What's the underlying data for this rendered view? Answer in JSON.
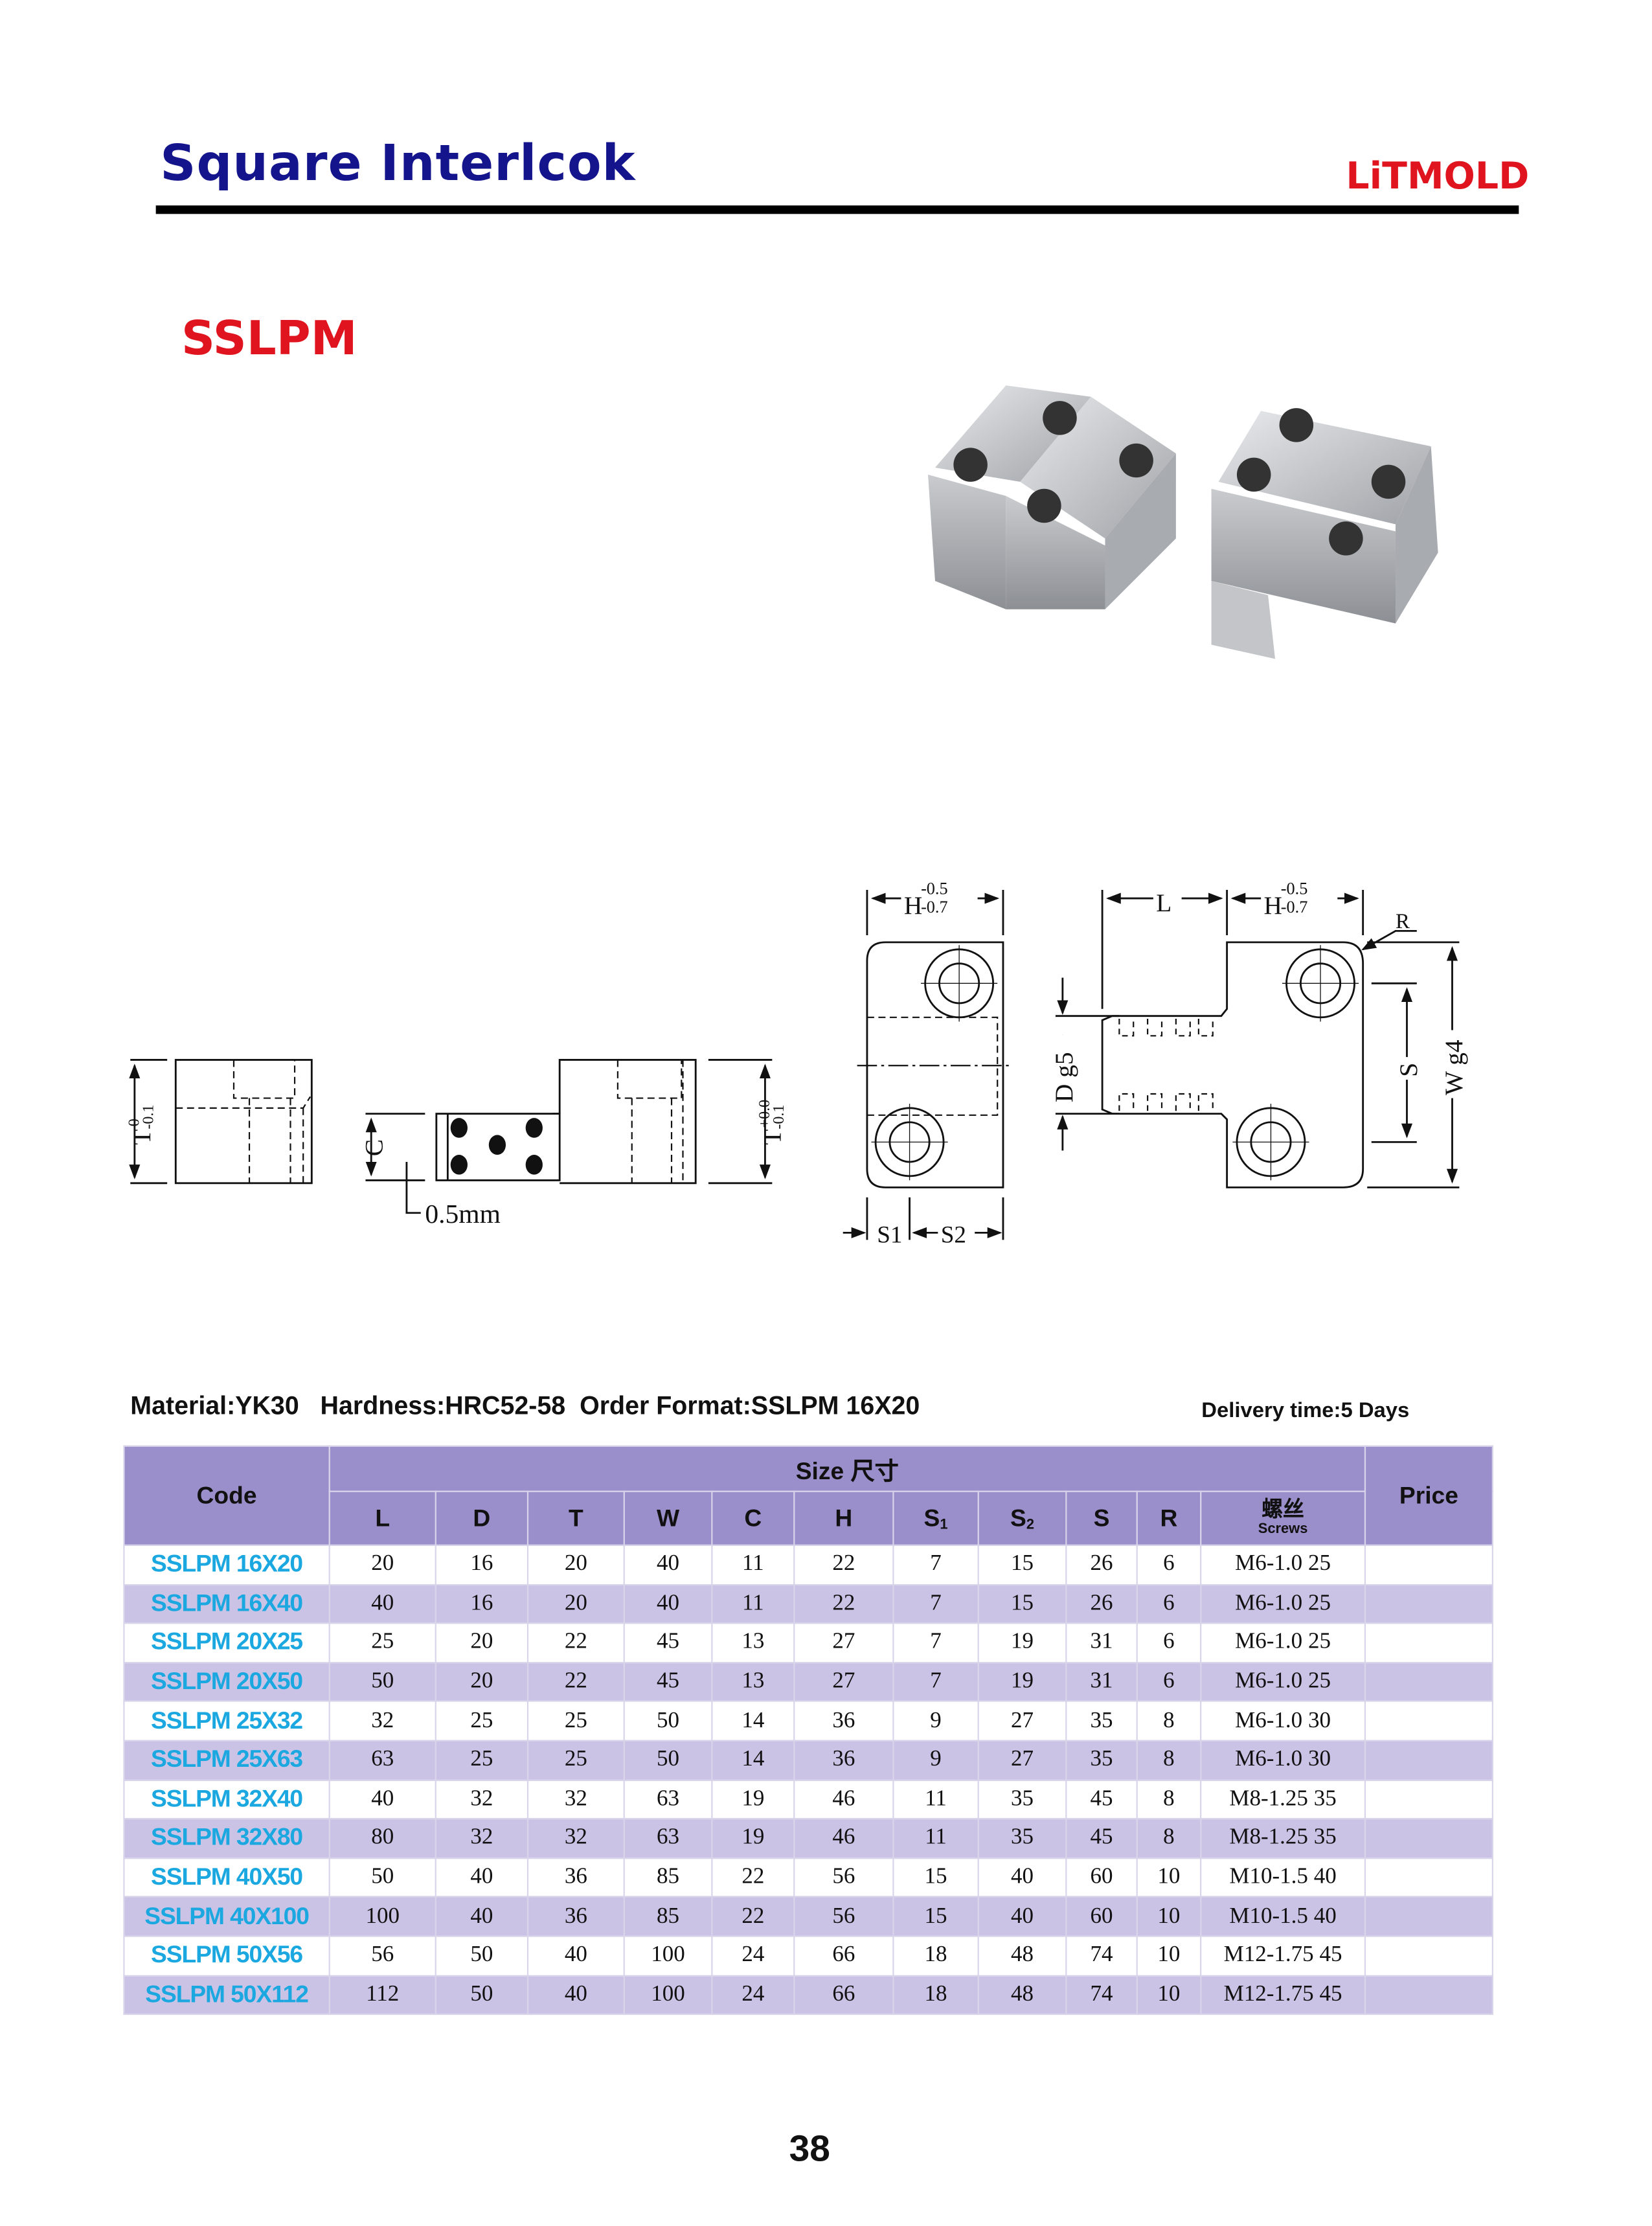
{
  "header": {
    "title": "Square Interlcok",
    "brand": "LiTMOLD"
  },
  "product_code": "SSLPM",
  "specs": {
    "line": "Material:YK30   Hardness:HRC52-58  Order Format:SSLPM 16X20",
    "delivery": "Delivery time:5 Days"
  },
  "drawing_labels": {
    "t": "T",
    "t_upper": "0",
    "t_lower": "-0.1",
    "t2_upper": "+0.0",
    "t2_lower": "-0.1",
    "c": "C",
    "offset": "0.5mm",
    "h": "H",
    "h_upper": "-0.5",
    "h_lower": "-0.7",
    "l": "L",
    "r": "R",
    "d": "D g5",
    "s": "S",
    "w": "W g4",
    "s1": "S1",
    "s2": "S2"
  },
  "table": {
    "code_header": "Code",
    "size_header": "Size  尺寸",
    "price_header": "Price",
    "columns": [
      "L",
      "D",
      "T",
      "W",
      "C",
      "H",
      "S1",
      "S2",
      "S",
      "R"
    ],
    "screws_header_cn": "螺丝",
    "screws_header_en": "Screws",
    "rows": [
      {
        "code": "SSLPM 16X20",
        "values": [
          "20",
          "16",
          "20",
          "40",
          "11",
          "22",
          "7",
          "15",
          "26",
          "6"
        ],
        "screws": "M6-1.0  25",
        "price": ""
      },
      {
        "code": "SSLPM 16X40",
        "values": [
          "40",
          "16",
          "20",
          "40",
          "11",
          "22",
          "7",
          "15",
          "26",
          "6"
        ],
        "screws": "M6-1.0  25",
        "price": ""
      },
      {
        "code": "SSLPM 20X25",
        "values": [
          "25",
          "20",
          "22",
          "45",
          "13",
          "27",
          "7",
          "19",
          "31",
          "6"
        ],
        "screws": "M6-1.0  25",
        "price": ""
      },
      {
        "code": "SSLPM 20X50",
        "values": [
          "50",
          "20",
          "22",
          "45",
          "13",
          "27",
          "7",
          "19",
          "31",
          "6"
        ],
        "screws": "M6-1.0  25",
        "price": ""
      },
      {
        "code": "SSLPM 25X32",
        "values": [
          "32",
          "25",
          "25",
          "50",
          "14",
          "36",
          "9",
          "27",
          "35",
          "8"
        ],
        "screws": "M6-1.0  30",
        "price": ""
      },
      {
        "code": "SSLPM 25X63",
        "values": [
          "63",
          "25",
          "25",
          "50",
          "14",
          "36",
          "9",
          "27",
          "35",
          "8"
        ],
        "screws": "M6-1.0  30",
        "price": ""
      },
      {
        "code": "SSLPM 32X40",
        "values": [
          "40",
          "32",
          "32",
          "63",
          "19",
          "46",
          "11",
          "35",
          "45",
          "8"
        ],
        "screws": "M8-1.25  35",
        "price": ""
      },
      {
        "code": "SSLPM 32X80",
        "values": [
          "80",
          "32",
          "32",
          "63",
          "19",
          "46",
          "11",
          "35",
          "45",
          "8"
        ],
        "screws": "M8-1.25  35",
        "price": ""
      },
      {
        "code": "SSLPM 40X50",
        "values": [
          "50",
          "40",
          "36",
          "85",
          "22",
          "56",
          "15",
          "40",
          "60",
          "10"
        ],
        "screws": "M10-1.5  40",
        "price": ""
      },
      {
        "code": "SSLPM 40X100",
        "values": [
          "100",
          "40",
          "36",
          "85",
          "22",
          "56",
          "15",
          "40",
          "60",
          "10"
        ],
        "screws": "M10-1.5  40",
        "price": ""
      },
      {
        "code": "SSLPM 50X56",
        "values": [
          "56",
          "50",
          "40",
          "100",
          "24",
          "66",
          "18",
          "48",
          "74",
          "10"
        ],
        "screws": "M12-1.75  45",
        "price": ""
      },
      {
        "code": "SSLPM 50X112",
        "values": [
          "112",
          "50",
          "40",
          "100",
          "24",
          "66",
          "18",
          "48",
          "74",
          "10"
        ],
        "screws": "M12-1.75  45",
        "price": ""
      }
    ]
  },
  "page_number": "38",
  "colors": {
    "title": "#14148c",
    "brand": "#e0141e",
    "header_bg": "#9b8fcb",
    "alt_row": "#cbc3e5",
    "code_text": "#1ba8e0"
  }
}
